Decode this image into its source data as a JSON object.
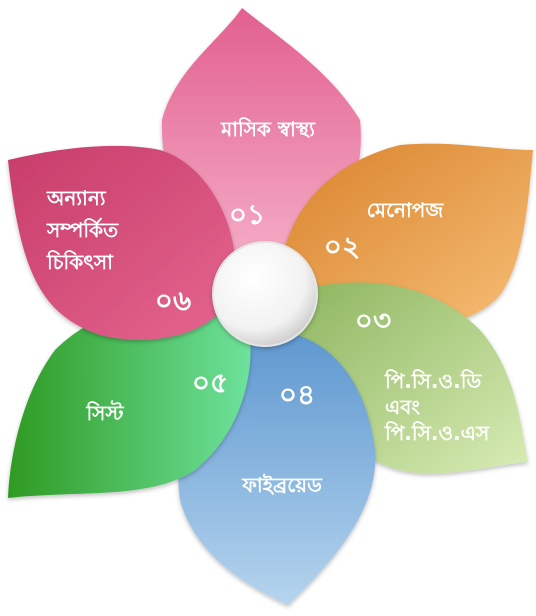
{
  "petals": [
    {
      "num": "০১",
      "lines": [
        "মাসিক স্বাস্থ্য"
      ],
      "color": "#e86a9c"
    },
    {
      "num": "০২",
      "lines": [
        "মেনোপজ"
      ],
      "color": "#e89a45"
    },
    {
      "num": "০৩",
      "lines": [
        "পি.সি.ও.ডি",
        "এবং",
        "পি.সি.ও.এস"
      ],
      "color": "#a5c97a"
    },
    {
      "num": "০৪",
      "lines": [
        "ফাইব্রয়েড"
      ],
      "color": "#7aaad8"
    },
    {
      "num": "০৫",
      "lines": [
        "সিস্ট"
      ],
      "color": "#45c060"
    },
    {
      "num": "০৬",
      "lines": [
        "অন্যান্য",
        "সম্পর্কিত",
        "চিকিৎসা"
      ],
      "color": "#d24a7a"
    }
  ],
  "center_color": "#ffffff"
}
